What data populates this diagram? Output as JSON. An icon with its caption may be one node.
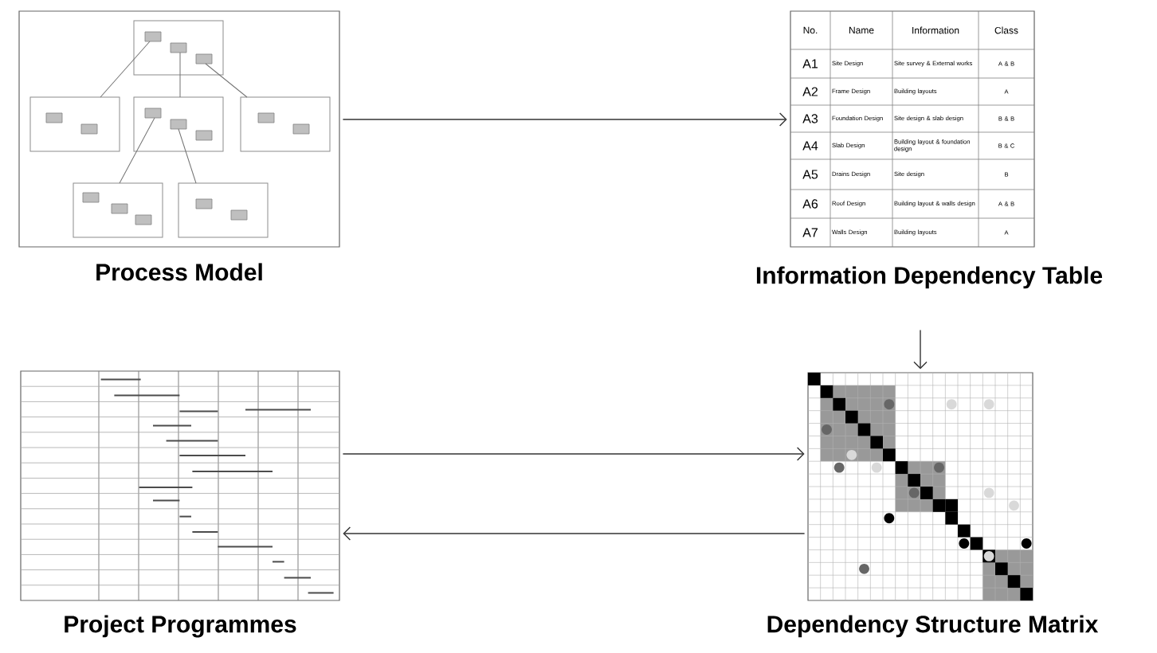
{
  "diagram": {
    "nodes": [
      {
        "text": [
          "Process Model"
        ]
      },
      {
        "text": [
          "Information Dependency Table"
        ]
      },
      {
        "text": [
          "Project Programmes"
        ]
      },
      {
        "text": [
          "Dependency Structure Matrix"
        ]
      }
    ],
    "edges": [
      {
        "from": 0,
        "to": 1,
        "arrow": "to"
      },
      {
        "from": 1,
        "to": 3,
        "arrow": "to"
      },
      {
        "from": 2,
        "to": 3,
        "arrow": "to"
      },
      {
        "from": 3,
        "to": 2,
        "arrow": "to"
      }
    ],
    "labels": [
      "No.",
      "Name",
      "Information",
      "Class",
      "A1",
      "Site Design",
      "Site survey & External works",
      "A & B",
      "A2",
      "Frame Design",
      "Building layouts",
      "A",
      "A3",
      "Foundation Design",
      "Site design & slab design",
      "B & B",
      "A4",
      "Slab Design",
      "Building layout & foundation design",
      "B & C",
      "A5",
      "Drains Design",
      "Site design",
      "B",
      "A6",
      "Roof Design",
      "Building layout & walls design",
      "A & B",
      "A7",
      "Walls Design",
      "Building layouts",
      "A"
    ]
  }
}
